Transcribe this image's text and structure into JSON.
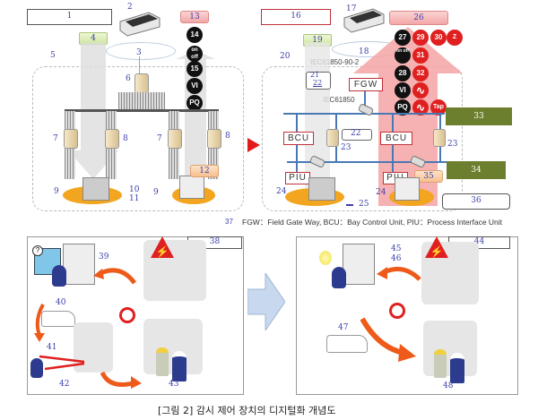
{
  "caption": "[그림 2] 감시 제어 장치의 디지털화 개념도",
  "legend": {
    "marker": "37",
    "text": "FGW：Field Gate Way, BCU：Bay Control Unit, PIU：Process Interface Unit"
  },
  "left_diagram": {
    "labels": {
      "n1": "1",
      "n2": "2",
      "n3": "3",
      "n4": "4",
      "n5": "5",
      "n6": "6",
      "n7a": "7",
      "n7b": "7",
      "n8a": "8",
      "n8b": "8",
      "n9a": "9",
      "n9b": "9",
      "n10": "10",
      "n11": "11",
      "n12": "12",
      "n13": "13"
    },
    "signals": {
      "c14": "14",
      "on_off": "on\noff",
      "c15": "15",
      "vi": "VI",
      "pq": "PQ"
    }
  },
  "right_diagram": {
    "labels": {
      "n16": "16",
      "n17": "17",
      "n18": "18",
      "n19": "19",
      "n20": "20",
      "n21": "21",
      "n22a": "22",
      "n22b": "22",
      "n23a": "23",
      "n23b": "23",
      "n24a": "24",
      "n24b": "24",
      "n25": "25",
      "n26": "26",
      "n33": "33",
      "n34": "34",
      "n35": "35",
      "n36": "36"
    },
    "protocols": {
      "top": "IEC61850-90-2",
      "mid": "IEC61850"
    },
    "tags": {
      "fgw": "FGW",
      "bcu_left": "BCU",
      "bcu_right": "BCU",
      "piu_left": "PIU",
      "piu_right": "PIU"
    },
    "signals_black": {
      "c27": "27",
      "on_off": "on off",
      "c28": "28",
      "vi": "VI",
      "pq": "PQ"
    },
    "signals_red": {
      "c29": "29",
      "c30": "30",
      "c_z": "Z",
      "c31": "31",
      "c32": "32",
      "wave1": "∿",
      "wave2": "∿",
      "tap": "Tap"
    }
  },
  "bottom_left": {
    "labels": {
      "n38": "38",
      "n39": "39",
      "n40": "40",
      "n41": "41",
      "n42": "42",
      "n43": "43"
    }
  },
  "bottom_right": {
    "labels": {
      "n44": "44",
      "n45": "45",
      "n46": "46",
      "n47": "47",
      "n48": "48"
    }
  },
  "colors": {
    "red_accent": "#e02020",
    "olive": "#6c7f2e",
    "bus_blue": "#4a78b5",
    "label_blue": "#3b3fa8"
  }
}
